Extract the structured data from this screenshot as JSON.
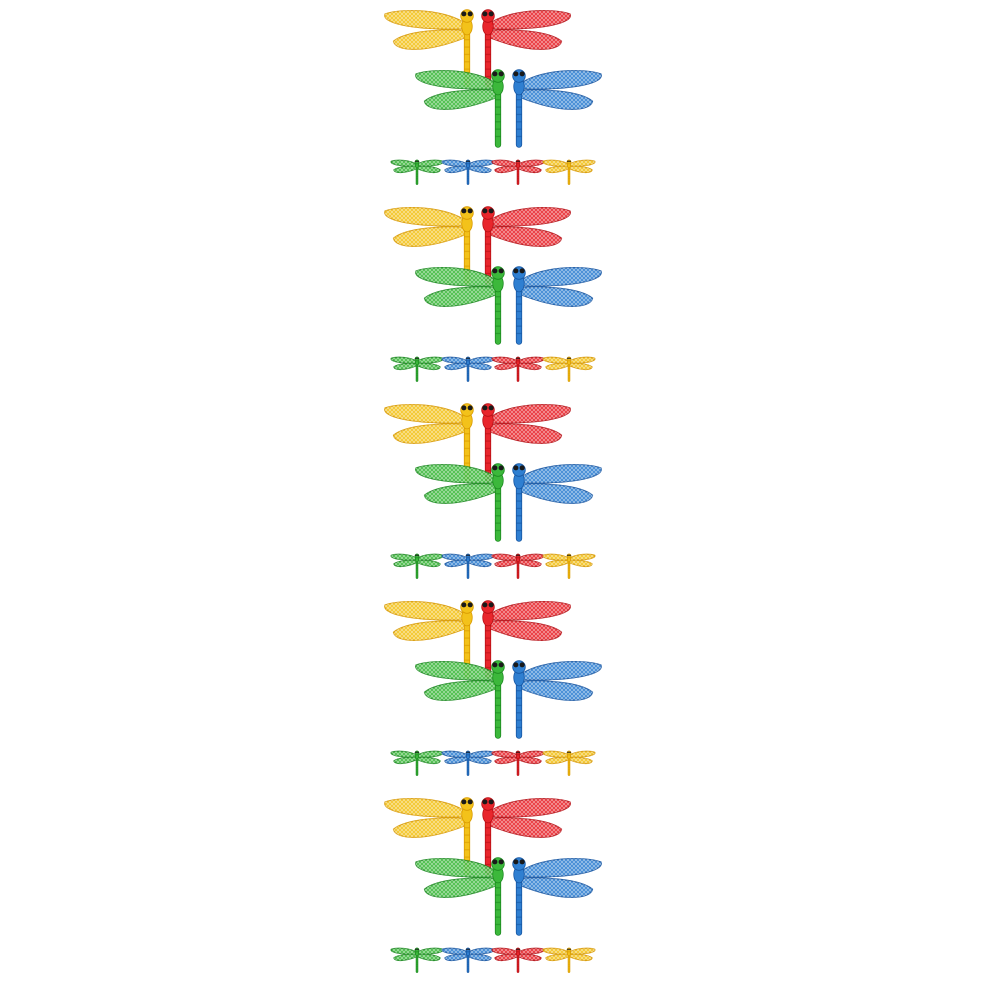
{
  "image": {
    "background_color": "#ffffff",
    "subject": "dragonfly-pattern",
    "repeat_count": 5,
    "large_group": [
      {
        "name": "yellow-dragonfly",
        "color": "#f3c21a",
        "dark": "#d99a00",
        "facing": "left"
      },
      {
        "name": "red-dragonfly",
        "color": "#e8262c",
        "dark": "#b80f15",
        "facing": "right"
      },
      {
        "name": "green-dragonfly",
        "color": "#3cb83b",
        "dark": "#1b8a1f",
        "facing": "left"
      },
      {
        "name": "blue-dragonfly",
        "color": "#2f7fd1",
        "dark": "#1656a3",
        "facing": "right"
      }
    ],
    "small_row": [
      {
        "name": "small-green-dragonfly",
        "color": "#3cb83b",
        "dark": "#1b8a1f"
      },
      {
        "name": "small-blue-dragonfly",
        "color": "#2f7fd1",
        "dark": "#1656a3"
      },
      {
        "name": "small-red-dragonfly",
        "color": "#e8262c",
        "dark": "#b80f15"
      },
      {
        "name": "small-yellow-dragonfly",
        "color": "#f3c21a",
        "dark": "#d99a00"
      }
    ]
  }
}
